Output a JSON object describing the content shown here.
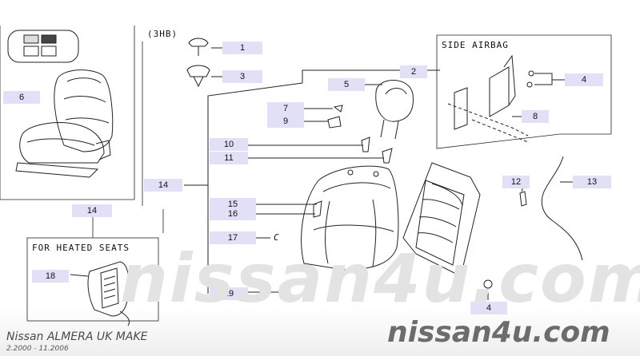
{
  "diagram": {
    "variant_note": "(3HB)",
    "side_airbag_title": "SIDE AIRBAG",
    "heated_seats_title": "FOR HEATED SEATS",
    "marker_c": "C",
    "callouts": {
      "c1": "1",
      "c2": "2",
      "c3": "3",
      "c4a": "4",
      "c4b": "4",
      "c5": "5",
      "c6": "6",
      "c7": "7",
      "c8": "8",
      "c9": "9",
      "c10": "10",
      "c11": "11",
      "c12": "12",
      "c13": "13",
      "c14a": "14",
      "c14b": "14",
      "c15": "15",
      "c16": "16",
      "c17": "17",
      "c18": "18",
      "c19": "19"
    }
  },
  "watermark": {
    "center": "nissan4u.com",
    "footer": "nissan4u.com"
  },
  "footer": {
    "model": "Nissan ALMERA UK MAKE",
    "dates": "2.2000 - 11.2006"
  }
}
